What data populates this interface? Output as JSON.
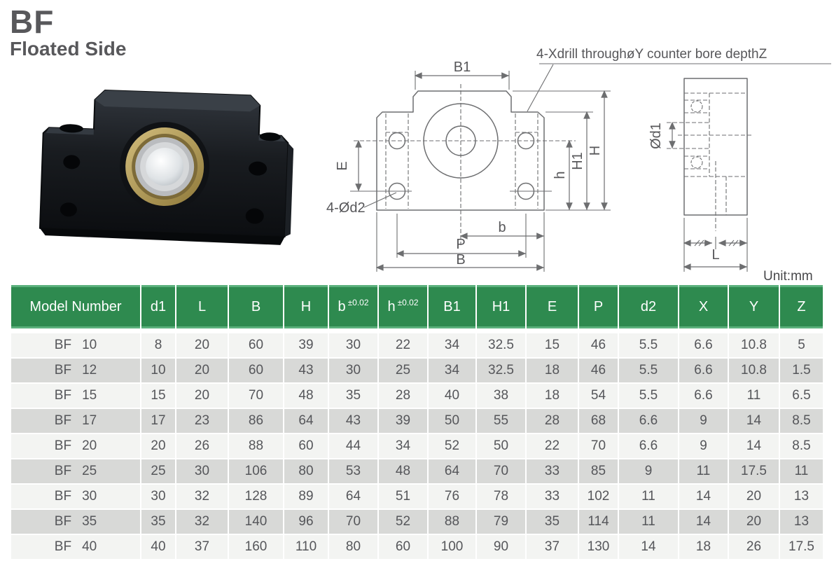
{
  "title": {
    "main": "BF",
    "subtitle": "Floated Side"
  },
  "drawing": {
    "callout": "4-Xdrill throughøY counter bore depthZ",
    "unit": "Unit:mm",
    "front_labels": {
      "B1": "B1",
      "E": "E",
      "d2_note": "4-Ød2",
      "b": "b",
      "P": "P",
      "B": "B",
      "h": "h",
      "H1": "H1",
      "H": "H"
    },
    "side_labels": {
      "d1": "Ød1",
      "L": "L"
    }
  },
  "table": {
    "headers": [
      {
        "label": "Model Number",
        "sup": ""
      },
      {
        "label": "d1",
        "sup": ""
      },
      {
        "label": "L",
        "sup": ""
      },
      {
        "label": "B",
        "sup": ""
      },
      {
        "label": "H",
        "sup": ""
      },
      {
        "label": "b",
        "sup": "±0.02"
      },
      {
        "label": "h",
        "sup": "±0.02"
      },
      {
        "label": "B1",
        "sup": ""
      },
      {
        "label": "H1",
        "sup": ""
      },
      {
        "label": "E",
        "sup": ""
      },
      {
        "label": "P",
        "sup": ""
      },
      {
        "label": "d2",
        "sup": ""
      },
      {
        "label": "X",
        "sup": ""
      },
      {
        "label": "Y",
        "sup": ""
      },
      {
        "label": "Z",
        "sup": ""
      }
    ],
    "rows": [
      {
        "model": "BF 10",
        "values": [
          "8",
          "20",
          "60",
          "39",
          "30",
          "22",
          "34",
          "32.5",
          "15",
          "46",
          "5.5",
          "6.6",
          "10.8",
          "5"
        ]
      },
      {
        "model": "BF 12",
        "values": [
          "10",
          "20",
          "60",
          "43",
          "30",
          "25",
          "34",
          "32.5",
          "18",
          "46",
          "5.5",
          "6.6",
          "10.8",
          "1.5"
        ]
      },
      {
        "model": "BF 15",
        "values": [
          "15",
          "20",
          "70",
          "48",
          "35",
          "28",
          "40",
          "38",
          "18",
          "54",
          "5.5",
          "6.6",
          "11",
          "6.5"
        ]
      },
      {
        "model": "BF 17",
        "values": [
          "17",
          "23",
          "86",
          "64",
          "43",
          "39",
          "50",
          "55",
          "28",
          "68",
          "6.6",
          "9",
          "14",
          "8.5"
        ]
      },
      {
        "model": "BF 20",
        "values": [
          "20",
          "26",
          "88",
          "60",
          "44",
          "34",
          "52",
          "50",
          "22",
          "70",
          "6.6",
          "9",
          "14",
          "8.5"
        ]
      },
      {
        "model": "BF 25",
        "values": [
          "25",
          "30",
          "106",
          "80",
          "53",
          "48",
          "64",
          "70",
          "33",
          "85",
          "9",
          "11",
          "17.5",
          "11"
        ]
      },
      {
        "model": "BF 30",
        "values": [
          "30",
          "32",
          "128",
          "89",
          "64",
          "51",
          "76",
          "78",
          "33",
          "102",
          "11",
          "14",
          "20",
          "13"
        ]
      },
      {
        "model": "BF 35",
        "values": [
          "35",
          "32",
          "140",
          "96",
          "70",
          "52",
          "88",
          "79",
          "35",
          "114",
          "11",
          "14",
          "20",
          "13"
        ]
      },
      {
        "model": "BF 40",
        "values": [
          "40",
          "37",
          "160",
          "110",
          "80",
          "60",
          "100",
          "90",
          "37",
          "130",
          "14",
          "18",
          "26",
          "17.5"
        ]
      }
    ]
  },
  "colors": {
    "header_green": "#2e8a4f",
    "header_accent": "#5bb07c",
    "row_light": "#f3f4f2",
    "row_dark": "#d8d9d7",
    "table_text": "#55565a"
  }
}
